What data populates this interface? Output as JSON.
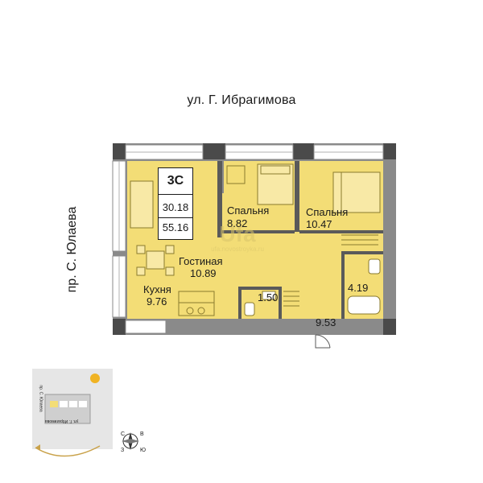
{
  "streets": {
    "top": "ул. Г. Ибрагимова",
    "left": "пр. С. Юлаева"
  },
  "badge": {
    "type": "3С",
    "living_area": "30.18",
    "total_area": "55.16"
  },
  "rooms": {
    "bedroom1": {
      "name": "Спальня",
      "area": "8.82"
    },
    "bedroom2": {
      "name": "Спальня",
      "area": "10.47"
    },
    "living": {
      "name": "Гостиная",
      "area": "10.89"
    },
    "kitchen": {
      "name": "Кухня",
      "area": "9.76"
    },
    "wc": {
      "area": "1.50"
    },
    "bath": {
      "area": "4.19"
    },
    "hall": {
      "area": "9.53"
    }
  },
  "watermark": {
    "mark": "Ufa",
    "site": "ufa.novostroyka.ru"
  },
  "compass": [
    "С",
    "В",
    "Ю",
    "З"
  ],
  "minimap": {
    "street_top": "ул. Г. Ибрагимова",
    "street_left": "пр. С. Юлаева"
  },
  "colors": {
    "room_fill": "#f3dd76",
    "wall": "#5a5a5a",
    "accent_sun": "#f0b323"
  }
}
